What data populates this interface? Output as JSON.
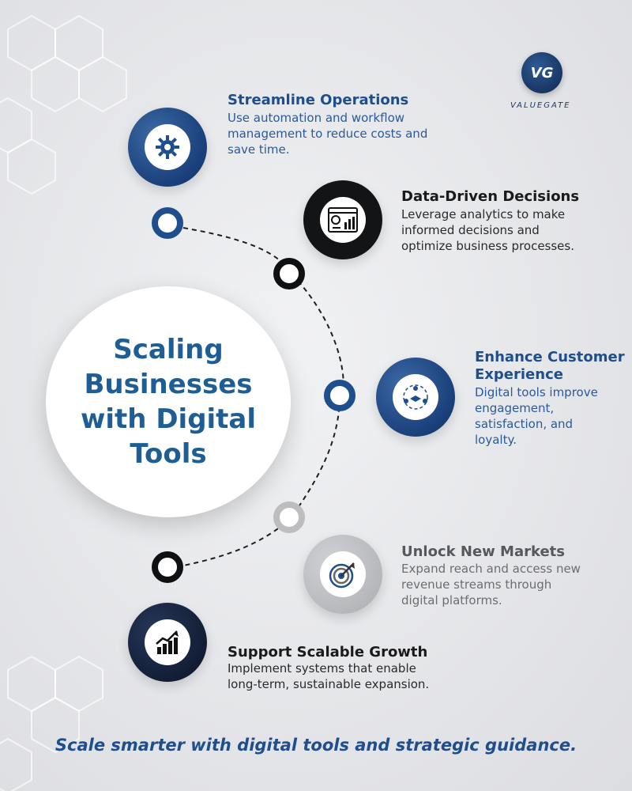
{
  "logo": {
    "text": "VALUEGATE",
    "monogram": "VG"
  },
  "center": {
    "title": "Scaling\nBusinesses\nwith Digital\nTools"
  },
  "items": [
    {
      "title": "Streamline Operations",
      "desc": "Use automation and workflow\nmanagement to reduce costs and\nsave time.",
      "icon": "gear-icon"
    },
    {
      "title": "Data-Driven Decisions",
      "desc": "Leverage analytics to make\ninformed decisions and\noptimize business processes.",
      "icon": "analytics-dashboard-icon"
    },
    {
      "title": "Enhance Customer\nExperience",
      "desc": "Digital tools improve\nengagement,\nsatisfaction, and\nloyalty.",
      "icon": "customer-handshake-icon"
    },
    {
      "title": "Unlock New Markets",
      "desc": "Expand reach and access new\nrevenue streams through\ndigital platforms.",
      "icon": "target-arrow-icon"
    },
    {
      "title": "Support Scalable Growth",
      "desc": "Implement systems that enable\nlong-term, sustainable expansion.",
      "icon": "growth-chart-icon"
    }
  ],
  "footer": {
    "text": "Scale smarter with digital tools and strategic guidance."
  },
  "colors": {
    "primary_blue": "#1f4e8c",
    "title_blue": "#1f5e95",
    "black": "#121416",
    "gray": "#bdbdc0"
  }
}
